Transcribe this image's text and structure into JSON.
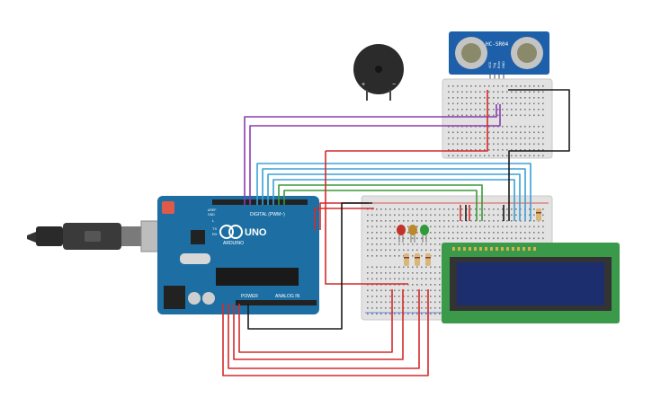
{
  "arduino": {
    "brand": "ARDUINO",
    "model": "UNO",
    "digital_label": "DIGITAL (PWM~)",
    "power_label": "POWER",
    "analog_label": "ANALOG IN",
    "tx_label": "TX",
    "rx_label": "RX",
    "l_label": "L",
    "aref_label": "AREF",
    "gnd_label": "GND"
  },
  "sensor": {
    "name": "HC-SR04",
    "pins": [
      "VCC",
      "Trig",
      "Echo",
      "GND"
    ]
  },
  "buzzer": {
    "plus": "+",
    "minus": "−"
  },
  "colors": {
    "board": "#1d6fa3",
    "wire_red": "#d42a2a",
    "wire_black": "#1a1a1a",
    "wire_blue": "#3aa0d6",
    "wire_green": "#3a9a3a",
    "wire_purple": "#8a3db0",
    "lcd_pcb": "#3a9a4a",
    "lcd_screen": "#1c2e6e",
    "led_red": "#c0332b",
    "led_yellow": "#b88a2b",
    "led_green": "#2f9a3a"
  }
}
